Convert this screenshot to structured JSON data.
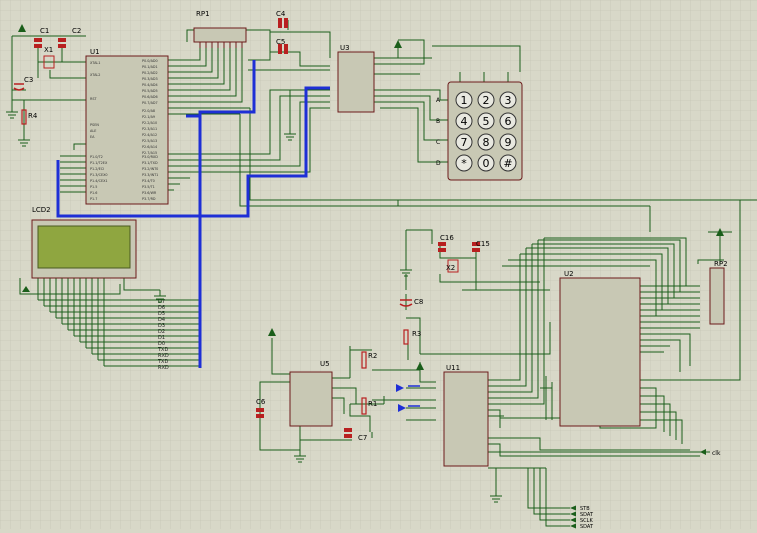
{
  "labels": {
    "c1": "C1",
    "c2": "C2",
    "c3": "C3",
    "c4": "C4",
    "c5": "C5",
    "c6": "C6",
    "c7": "C7",
    "c8": "C8",
    "c15": "C15",
    "c16": "C16",
    "x1": "X1",
    "x2": "X2",
    "r1": "R1",
    "r2": "R2",
    "r3": "R3",
    "r4": "R4",
    "u1": "U1",
    "u2": "U2",
    "u3": "U3",
    "u5": "U5",
    "u11": "U11",
    "rp1": "RP1",
    "rp2": "RP2",
    "lcd2": "LCD2"
  },
  "keypad": {
    "rows": [
      "A",
      "B",
      "C",
      "D"
    ],
    "keys": [
      [
        "1",
        "2",
        "3"
      ],
      [
        "4",
        "5",
        "6"
      ],
      [
        "7",
        "8",
        "9"
      ],
      [
        "*",
        "0",
        "#"
      ]
    ]
  },
  "u1_right_pins": [
    "P0.0/AD0",
    "P0.1/AD1",
    "P0.2/AD2",
    "P0.3/AD3",
    "P0.4/AD4",
    "P0.5/AD5",
    "P0.6/AD6",
    "P0.7/AD7"
  ],
  "u1_right_pins2": [
    "P2.0/A8",
    "P2.1/A9",
    "P2.2/A10",
    "P2.3/A11",
    "P2.4/A12",
    "P2.5/A13",
    "P2.6/A14",
    "P2.7/A15"
  ],
  "u1_right_pins3": [
    "P3.0/RXD",
    "P3.1/TXD",
    "P3.2/INT0",
    "P3.3/INT1",
    "P3.4/T0",
    "P3.5/T1",
    "P3.6/WR",
    "P3.7/RD"
  ],
  "u1_left_pins": [
    "XTAL1",
    "XTAL2",
    "RST",
    "PSEN",
    "ALE",
    "EA"
  ],
  "u1_left_pins2": [
    "P1.0/T2",
    "P1.1/T2EX",
    "P1.2/ECI",
    "P1.3/CEX0",
    "P1.4/CEX1",
    "P1.5",
    "P1.6",
    "P1.7"
  ],
  "bus_labels": [
    "D7",
    "D6",
    "D5",
    "D4",
    "D3",
    "D2",
    "D1",
    "D0",
    "TXD",
    "RXD",
    "TXD",
    "RXD"
  ],
  "clock_label": "clk",
  "bottom_labels": [
    "STB",
    "SDAT",
    "SCLK",
    "SDAT"
  ]
}
